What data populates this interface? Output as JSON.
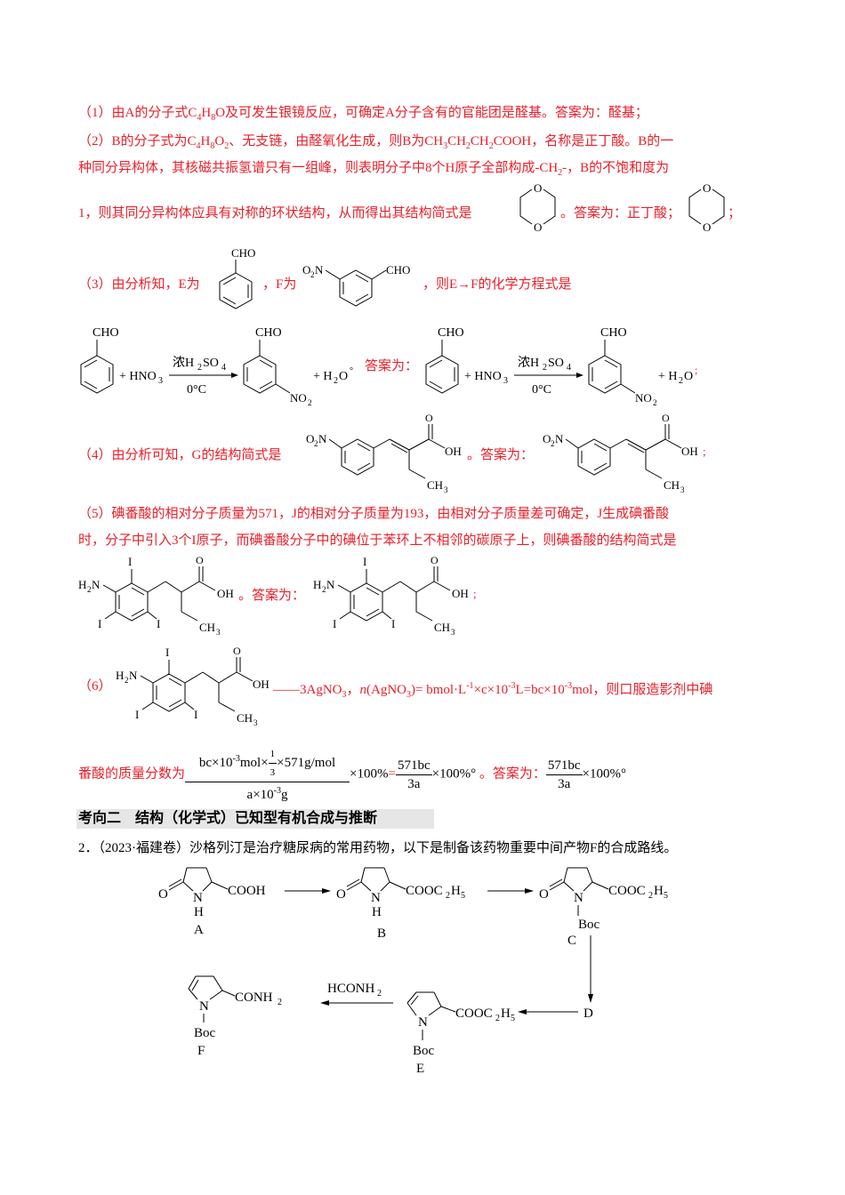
{
  "document": {
    "colors": {
      "answer_text": "#e8202a",
      "body_text": "#000000",
      "heading_bg": "#e6e6e6"
    },
    "part1": {
      "line": "（1）由A的分子式C4H8O及可发生银镜反应，可确定A分子含有的官能团是醛基。答案为：醛基；"
    },
    "part2": {
      "line1": "（2）B的分子式为C4H8O2、无支链，由醛氧化生成，则B为CH3CH2CH2COOH，名称是正丁酸。B的一",
      "line2": "种同分异构体，其核磁共振氢谱只有一组峰，则表明分子中8个H原子全部构成-CH2-，B的不饱和度为",
      "line3_text": "1，则其同分异构体应具有对称的环状结构，从而得出其结构简式是",
      "answer_prefix": "。答案为：正丁酸；",
      "end": "；",
      "structure": "1,4-dioxane",
      "atom_label": "O"
    },
    "part3": {
      "text_a": "（3）由分析知，E为",
      "text_b": "，F为",
      "text_c": "，则E→F的化学方程式是",
      "E_label": "CHO",
      "F_labels": [
        "O2N",
        "CHO"
      ],
      "equation": {
        "reactant": "CHO",
        "plus_reagent": "+ HNO3",
        "condition_top": "浓H2SO4",
        "condition_bottom": "0°C",
        "product_top": "CHO",
        "product_sub": "NO2",
        "byproduct": "+ H2O"
      },
      "answer_label": "答案为："
    },
    "part4": {
      "text": "（4）由分析可知，G的结构简式是",
      "answer_label": "。答案为：",
      "labels": [
        "O2N",
        "O",
        "OH",
        "CH3"
      ]
    },
    "part5": {
      "line1": "（5）碘番酸的相对分子质量为571，J的相对分子质量为193，由相对分子质量差可确定，J生成碘番酸",
      "line2": "时，分子中引入3个I原子，而碘番酸分子中的碘位于苯环上不相邻的碳原子上，则碘番酸的结构简式是",
      "answer_label": "。答案为：",
      "labels": [
        "H2N",
        "I",
        "O",
        "OH",
        "I",
        "I",
        "CH3"
      ]
    },
    "part6": {
      "prefix": "（6）",
      "relation": "——3AgNO3，",
      "formula": "n(AgNO3)= bmol·L-1×c×10-3L=bc×10-3mol，则口服造影剂中碘",
      "line2_text": "番酸的质量分数为",
      "fraction_num": "bc×10-3mol×1/3×571g/mol",
      "fraction_den": "a×10-3g",
      "times100": "×100%",
      "equals": "=",
      "simplified_num": "571bc",
      "simplified_den": "3a",
      "answer_label": "。答案为："
    },
    "section": {
      "heading": "考向二　结构（化学式）已知型有机合成与推断"
    },
    "question2": {
      "stem": "2．（2023·福建卷）沙格列汀是治疗糖尿病的常用药物，以下是制备该药物重要中间产物F的合成路线。",
      "scheme": {
        "A": {
          "label": "A",
          "group": "COOH",
          "n": "N",
          "h": "H",
          "o": "O"
        },
        "B": {
          "label": "B",
          "group": "COOC2H5",
          "n": "N",
          "h": "H",
          "o": "O"
        },
        "C": {
          "label": "C",
          "group": "COOC2H5",
          "n": "N",
          "sub": "Boc",
          "o": "O"
        },
        "D": {
          "label": "D"
        },
        "E": {
          "label": "E",
          "group": "COOC2H5",
          "n": "N",
          "sub": "Boc"
        },
        "F": {
          "label": "F",
          "group": "CONH2",
          "n": "N",
          "sub": "Boc"
        },
        "reagent_E_to_F": "HCONH2"
      }
    }
  }
}
